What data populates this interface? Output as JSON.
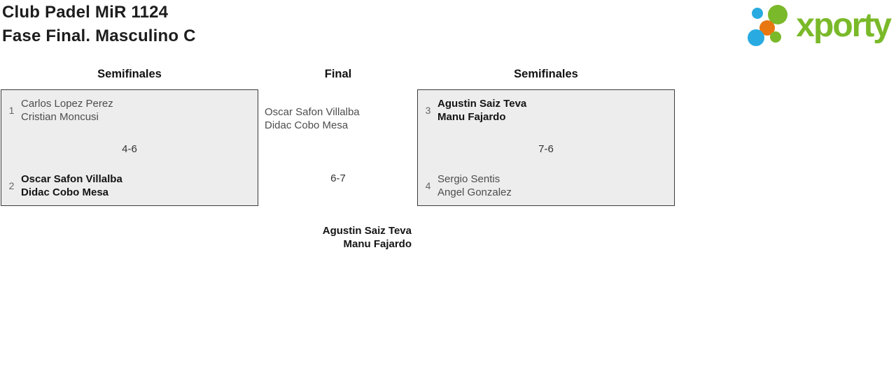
{
  "header": {
    "title_line1": "Club Padel MiR 1124",
    "title_line2": "Fase Final. Masculino C"
  },
  "logo": {
    "wordmark": "xporty",
    "colors": {
      "green": "#7ab929",
      "blue": "#29abe2",
      "orange": "#e87711"
    }
  },
  "columns": {
    "left_header": "Semifinales",
    "center_header": "Final",
    "right_header": "Semifinales"
  },
  "matches": {
    "semifinal_left": {
      "team1": {
        "seed": "1",
        "player1": "Carlos Lopez Perez",
        "player2": "Cristian Moncusi",
        "winner": false
      },
      "score": "4-6",
      "team2": {
        "seed": "2",
        "player1": "Oscar Safon Villalba",
        "player2": "Didac Cobo Mesa",
        "winner": true
      }
    },
    "final": {
      "team1": {
        "player1": "Oscar Safon Villalba",
        "player2": "Didac Cobo Mesa",
        "winner": false
      },
      "score": "6-7",
      "team2": {
        "player1": "Agustin Saiz Teva",
        "player2": "Manu Fajardo",
        "winner": true
      }
    },
    "semifinal_right": {
      "team1": {
        "seed": "3",
        "player1": "Agustin Saiz Teva",
        "player2": "Manu Fajardo",
        "winner": true
      },
      "score": "7-6",
      "team2": {
        "seed": "4",
        "player1": "Sergio Sentis",
        "player2": "Angel Gonzalez",
        "winner": false
      }
    }
  },
  "colors": {
    "box_background": "#ededed",
    "box_border": "#3b3b3b",
    "winner_text": "#141414",
    "loser_text": "#4d4d4d",
    "seed_text": "#666666",
    "score_text": "#333333"
  }
}
